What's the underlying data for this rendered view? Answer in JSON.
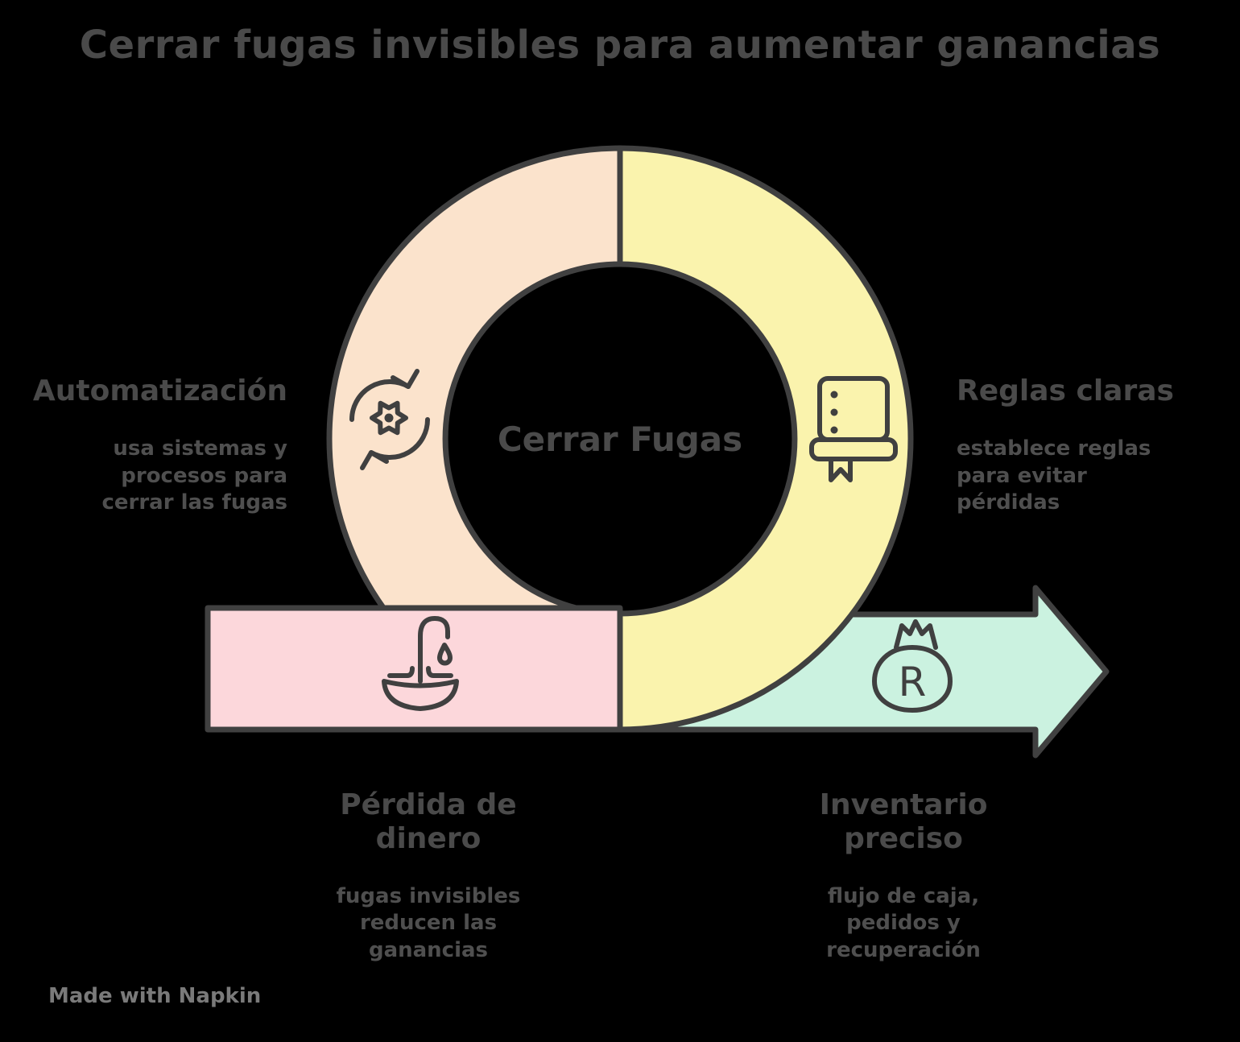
{
  "title": "Cerrar fugas invisibles para aumentar ganancias",
  "center": {
    "label": "Cerrar Fugas"
  },
  "sections": [
    {
      "id": "automatizacion",
      "heading": "Automatización",
      "body": "usa sistemas y\nprocesos para\ncerrar las fugas",
      "icon": "sync-gear-icon",
      "color": "#fbe3cc"
    },
    {
      "id": "reglas-claras",
      "heading": "Reglas claras",
      "body": "establece reglas\npara evitar\npérdidas",
      "icon": "book-icon",
      "color": "#faf3ad"
    },
    {
      "id": "perdida-dinero",
      "heading": "Pérdida de\ndinero",
      "body": "fugas invisibles\nreducen las\nganancias",
      "icon": "leak-faucet-icon",
      "color": "#fcd7db"
    },
    {
      "id": "inventario-preciso",
      "heading": "Inventario\npreciso",
      "body": "flujo de caja,\npedidos y\nrecuperación",
      "icon": "money-bag-icon",
      "icon_letter": "R",
      "color": "#cbf2e0"
    }
  ],
  "watermark": "Made with Napkin",
  "colors": {
    "peach": "#fbe3cc",
    "yellow": "#faf3ad",
    "pink": "#fcd7db",
    "mint": "#cbf2e0",
    "stroke": "#404040",
    "text": "#4a4a4a"
  }
}
